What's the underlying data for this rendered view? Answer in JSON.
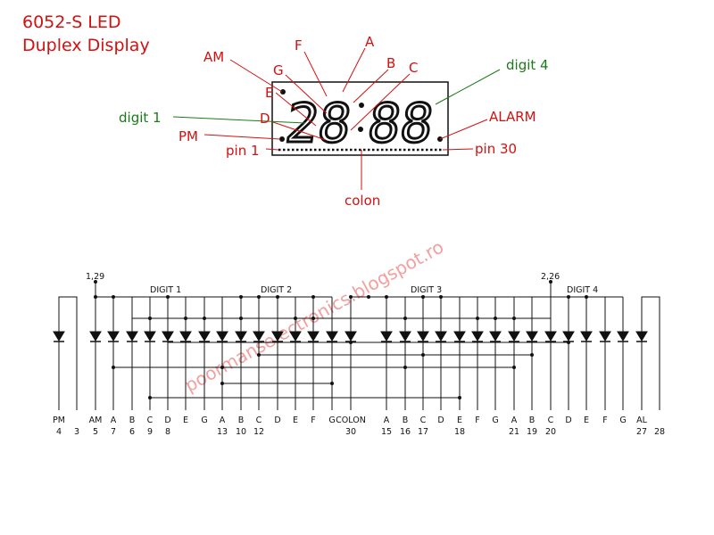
{
  "title": {
    "line1": "6052-S LED",
    "line2": "Duplex Display"
  },
  "colors": {
    "red": "#d41010",
    "green": "#1a7a1a",
    "black": "#111111",
    "watermark": "#f2a0a0"
  },
  "callouts": {
    "am": "AM",
    "f": "F",
    "a": "A",
    "g": "G",
    "b": "B",
    "e": "E",
    "c": "C",
    "d": "D",
    "digit1": "digit 1",
    "digit4": "digit 4",
    "pm": "PM",
    "alarm": "ALARM",
    "pin1": "pin 1",
    "pin30": "pin 30",
    "colon": "colon"
  },
  "display_digits": {
    "left": "28",
    "right": "88"
  },
  "watermark": "poormanselectronics.blogspot.ro",
  "schematic": {
    "top_left_pins": "1,29",
    "top_right_pins": "2,26",
    "digit_labels": [
      "DIGIT 1",
      "DIGIT 2",
      "DIGIT 3",
      "DIGIT 4"
    ],
    "pins": [
      {
        "name": "PM",
        "num": "4"
      },
      {
        "name": "",
        "num": "3"
      },
      {
        "name": "AM",
        "num": "5"
      },
      {
        "name": "A",
        "num": "7"
      },
      {
        "name": "B",
        "num": "6"
      },
      {
        "name": "C",
        "num": "9"
      },
      {
        "name": "D",
        "num": "8"
      },
      {
        "name": "E",
        "num": ""
      },
      {
        "name": "G",
        "num": ""
      },
      {
        "name": "A",
        "num": "13"
      },
      {
        "name": "B",
        "num": "10"
      },
      {
        "name": "C",
        "num": "12"
      },
      {
        "name": "D",
        "num": ""
      },
      {
        "name": "E",
        "num": ""
      },
      {
        "name": "F",
        "num": ""
      },
      {
        "name": "G",
        "num": ""
      },
      {
        "name": "COLON",
        "num": "30"
      },
      {
        "name": "A",
        "num": "15"
      },
      {
        "name": "B",
        "num": "16"
      },
      {
        "name": "C",
        "num": "17"
      },
      {
        "name": "D",
        "num": ""
      },
      {
        "name": "E",
        "num": "18"
      },
      {
        "name": "F",
        "num": ""
      },
      {
        "name": "G",
        "num": ""
      },
      {
        "name": "A",
        "num": "21"
      },
      {
        "name": "B",
        "num": "19"
      },
      {
        "name": "C",
        "num": "20"
      },
      {
        "name": "D",
        "num": ""
      },
      {
        "name": "E",
        "num": ""
      },
      {
        "name": "F",
        "num": ""
      },
      {
        "name": "G",
        "num": ""
      },
      {
        "name": "AL",
        "num": "27"
      },
      {
        "name": "",
        "num": "28"
      }
    ]
  }
}
